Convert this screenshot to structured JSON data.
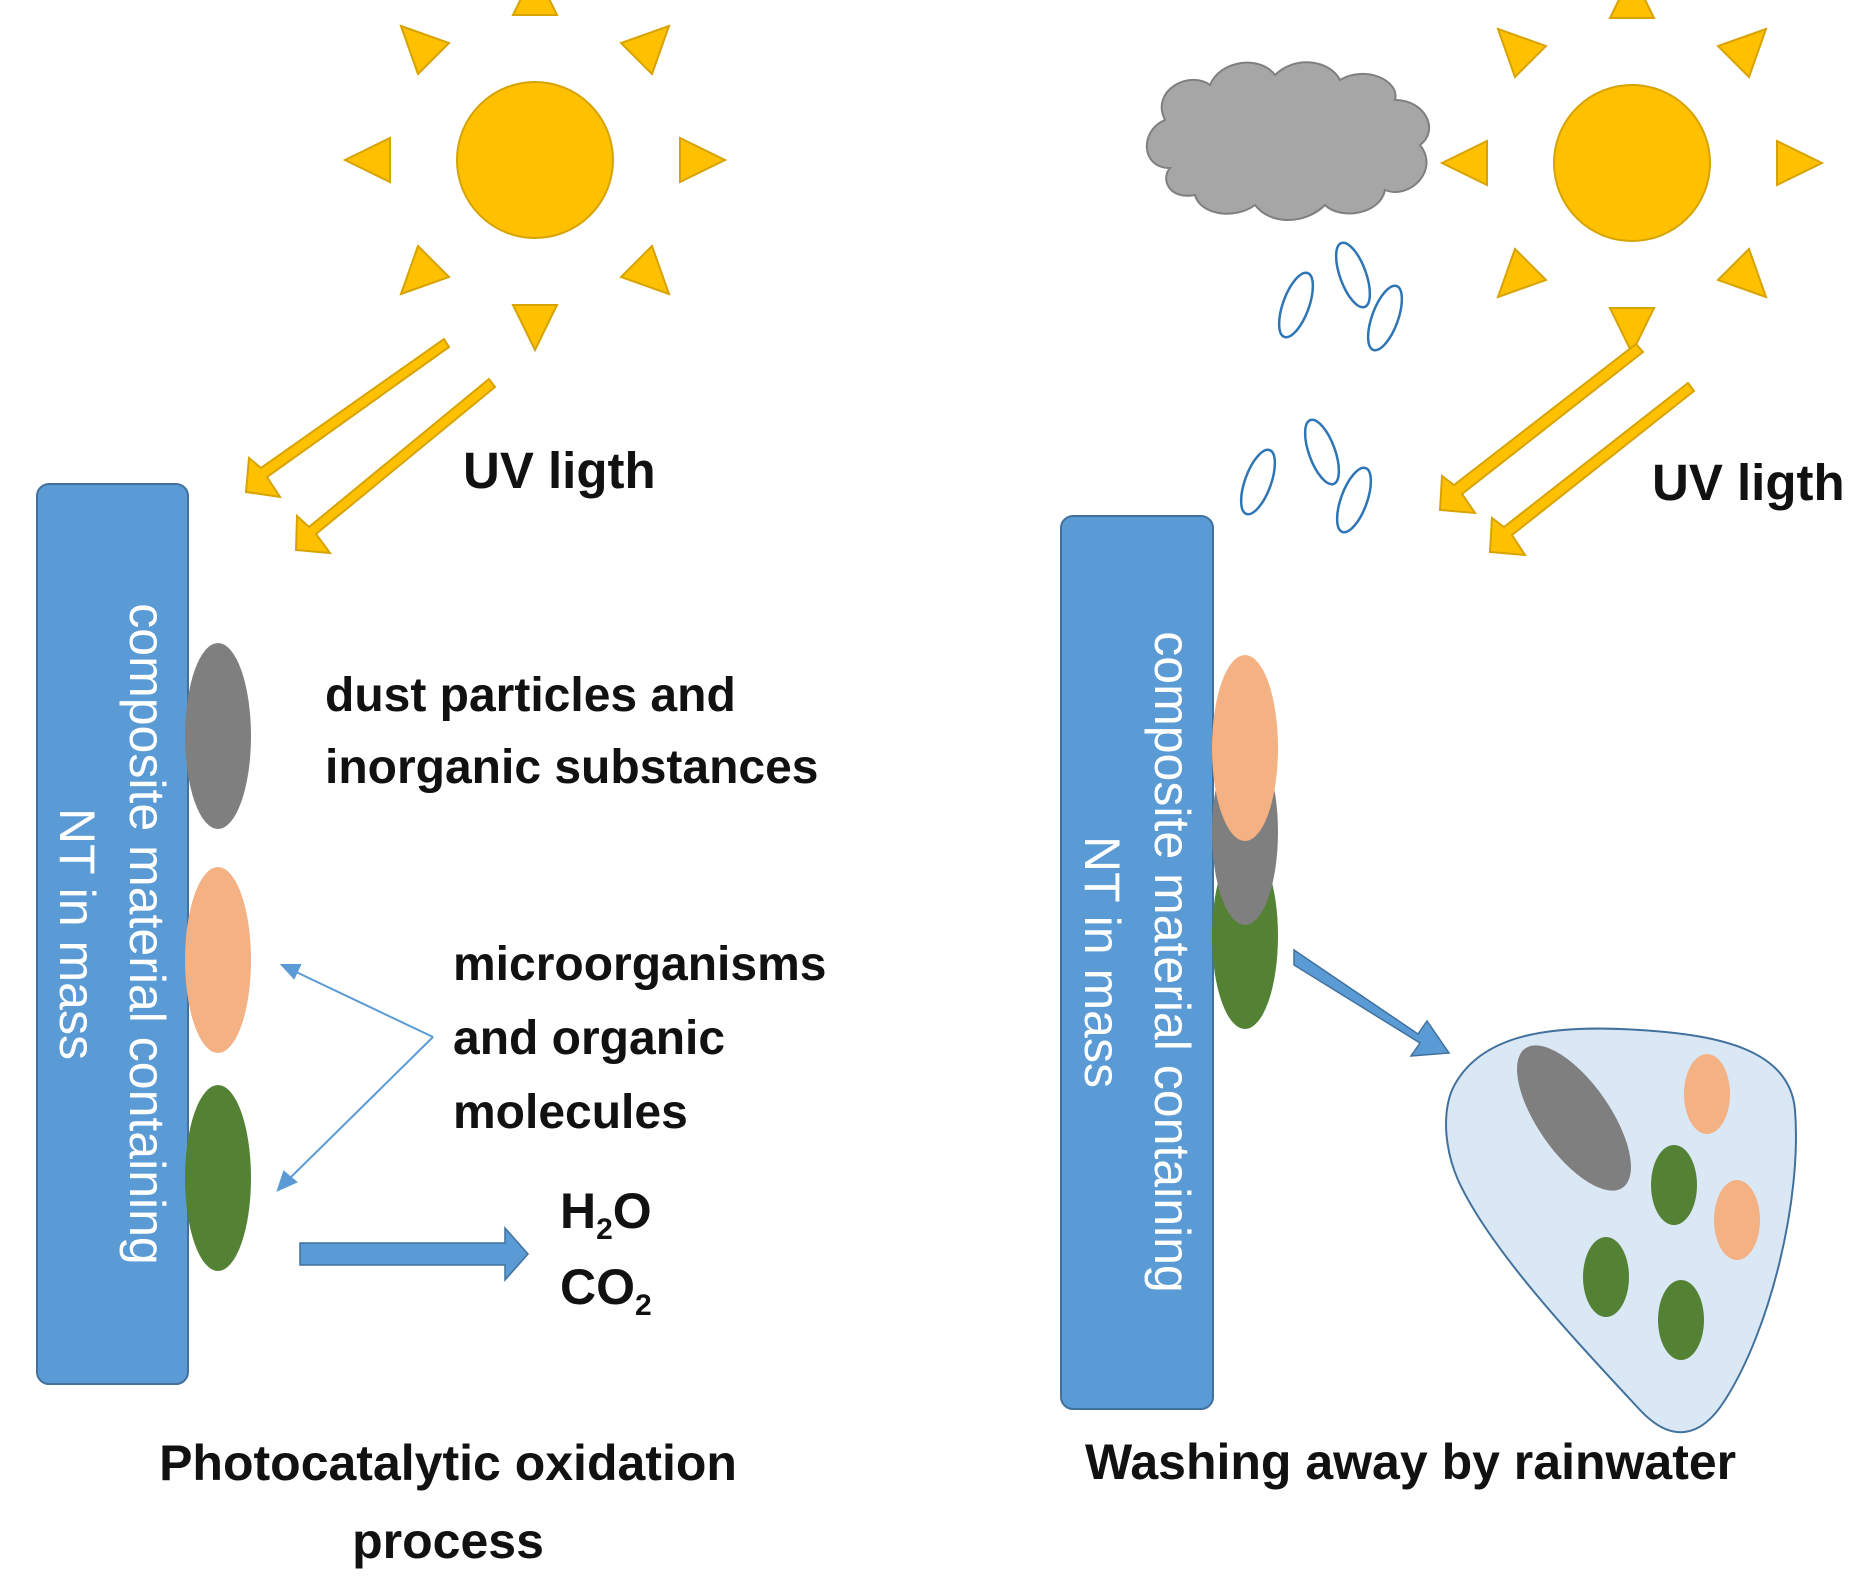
{
  "left_panel": {
    "uv_label": "UV ligth",
    "material_line1": "composite material containing",
    "material_line2": "NT in mass",
    "dust_line1": "dust particles and",
    "dust_line2": "inorganic substances",
    "micro_line1": "microorganisms",
    "micro_line2": "and organic",
    "micro_line3": "molecules",
    "water_formula": "H",
    "water_sub": "2",
    "water_tail": "O",
    "co2_formula": "CO",
    "co2_sub": "2",
    "caption_line1": "Photocatalytic oxidation",
    "caption_line2": "process"
  },
  "right_panel": {
    "uv_label": "UV ligth",
    "material_line1": "composite material containing",
    "material_line2": "NT in mass",
    "caption": "Washing away by rainwater"
  },
  "colors": {
    "panel_blue": "#5b9bd5",
    "panel_blue_border": "#41719c",
    "sun_yellow": "#ffc000",
    "sun_border": "#d6a300",
    "cloud_gray": "#a6a6a6",
    "particle_gray": "#7f7f7f",
    "particle_orange": "#f4b183",
    "particle_green": "#548235",
    "rain_stroke": "#2e75b6",
    "puddle_fill": "#dae8f6",
    "arrow_blue": "#5b9bd5"
  },
  "icons": [
    "sun-icon",
    "cloud-icon",
    "raindrop-icon",
    "uv-ray-arrow-icon",
    "flow-arrow-icon"
  ]
}
